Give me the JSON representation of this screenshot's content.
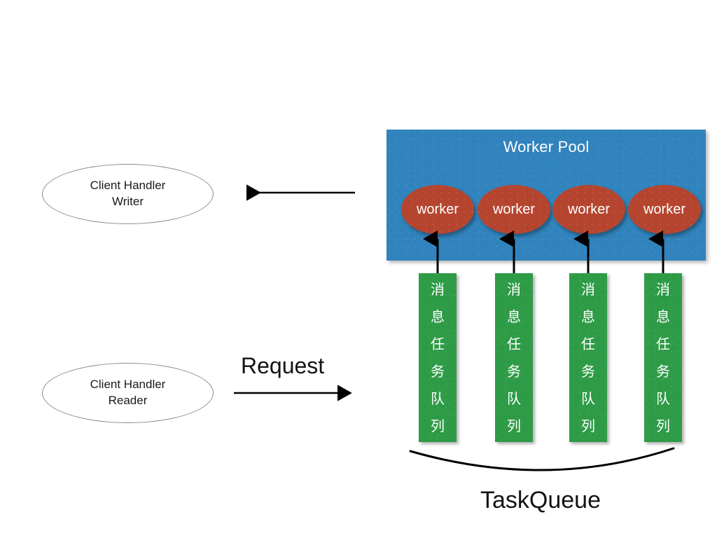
{
  "diagram": {
    "title_taskqueue": "TaskQueue",
    "request_label": "Request",
    "pool": {
      "title": "Worker Pool",
      "color": "#3083BC",
      "workers": [
        {
          "label": "worker"
        },
        {
          "label": "worker"
        },
        {
          "label": "worker"
        },
        {
          "label": "worker"
        }
      ],
      "worker_color": "#B5452F"
    },
    "queues": {
      "color": "#2E9B46",
      "items": [
        {
          "chars": [
            "消",
            "息",
            "任",
            "务",
            "队",
            "列"
          ]
        },
        {
          "chars": [
            "消",
            "息",
            "任",
            "务",
            "队",
            "列"
          ]
        },
        {
          "chars": [
            "消",
            "息",
            "任",
            "务",
            "队",
            "列"
          ]
        },
        {
          "chars": [
            "消",
            "息",
            "任",
            "务",
            "队",
            "列"
          ]
        }
      ]
    },
    "nodes": [
      {
        "name": "client-handler-writer",
        "label": "Client Handler\nWriter"
      },
      {
        "name": "client-handler-reader",
        "label": "Client Handler\nReader"
      }
    ],
    "arrows": [
      {
        "name": "response-arrow",
        "direction": "left"
      },
      {
        "name": "request-arrow",
        "direction": "right"
      },
      {
        "name": "queue-to-worker-arrow",
        "direction": "up"
      }
    ]
  }
}
